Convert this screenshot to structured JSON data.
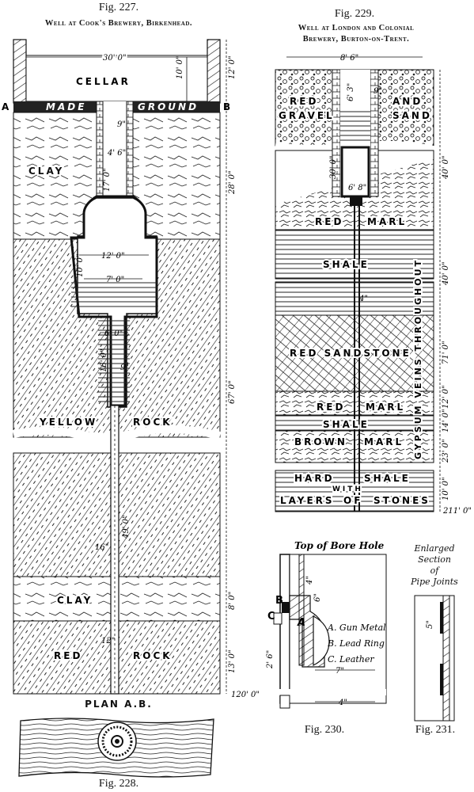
{
  "fig227": {
    "caption": "Fig. 227.",
    "title": "Well at Cook's Brewery, Birkenhead.",
    "strata": [
      "CELLAR",
      "MADE",
      "GROUND",
      "CLAY",
      "YELLOW",
      "ROCK",
      "CLAY",
      "RED",
      "ROCK"
    ],
    "section_marks": [
      "A",
      "B"
    ],
    "dims": [
      "30' 0\"",
      "10' 0\"",
      "12' 0\"",
      "9\"",
      "4' 6\"",
      "17' 0\"",
      "28' 0\"",
      "12' 0\"",
      "10' 0\"",
      "7' 0\"",
      "6' 0\"",
      "16' 0\"",
      "9\"",
      "67' 0\"",
      "49' 0\"",
      "16\"",
      "8' 0\"",
      "12\"",
      "13' 0\"",
      "120' 0\""
    ]
  },
  "fig228": {
    "caption": "Fig. 228.",
    "title": "PLAN A.B."
  },
  "fig229": {
    "caption": "Fig. 229.",
    "title_line1": "Well at London and Colonial",
    "title_line2": "Brewery, Burton-on-Trent.",
    "strata": [
      "RED",
      "GRAVEL",
      "AND",
      "SAND",
      "RED",
      "MARL",
      "SHALE",
      "RED SANDSTONE",
      "RED",
      "MARL",
      "SHALE",
      "BROWN",
      "MARL",
      "HARD",
      "SHALE",
      "WITH",
      "LAYERS",
      "OF",
      "STONES"
    ],
    "side_text": "GYPSUM VEINS THROUGHOUT",
    "dims": [
      "8' 6\"",
      "6' 3\"",
      "9\"",
      "30' 0\"",
      "6' 8\"",
      "40' 0\"",
      "4\"",
      "40' 0\"",
      "71' 0\"",
      "12' 0\"",
      "14' 0\"",
      "23' 0\"",
      "10' 0\"",
      "211' 0\""
    ]
  },
  "fig230": {
    "caption": "Fig. 230.",
    "title": "Top of Bore Hole",
    "legend": [
      "A. Gun Metal",
      "B. Lead Ring",
      "C. Leather"
    ],
    "marks": [
      "A",
      "B",
      "C"
    ],
    "dims": [
      "6\"",
      "4\"",
      "2' 6\"",
      "7\"",
      "4\""
    ]
  },
  "fig231": {
    "caption": "Fig. 231.",
    "title_line1": "Enlarged",
    "title_line2": "Section",
    "title_line3": "of",
    "title_line4": "Pipe Joints",
    "dims": [
      "5\""
    ]
  }
}
